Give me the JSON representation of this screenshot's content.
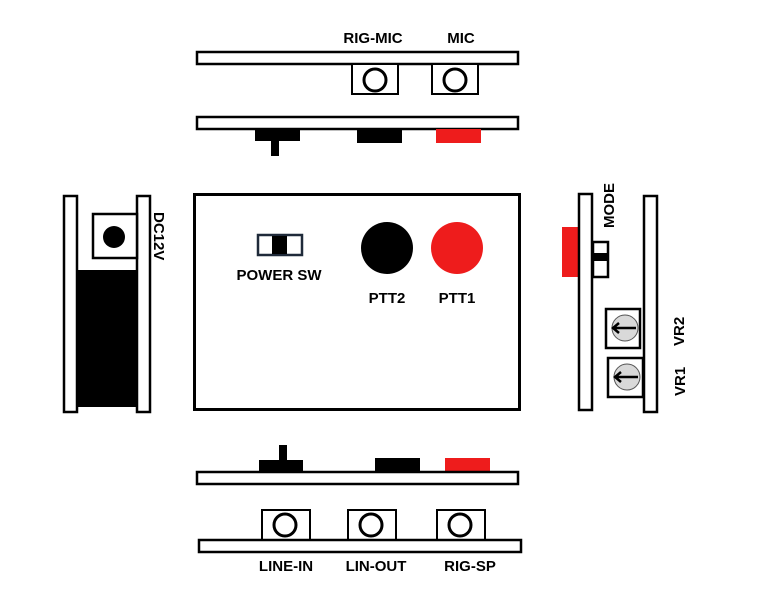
{
  "colors": {
    "red": "#ee1c1c",
    "black": "#000000",
    "knob": "#d9d9d9"
  },
  "top_view": {
    "jacks": [
      {
        "label": "RIG-MIC"
      },
      {
        "label": "MIC"
      }
    ]
  },
  "front_panel": {
    "power_switch_label": "POWER SW",
    "buttons": [
      {
        "label": "PTT2",
        "color": "#000000"
      },
      {
        "label": "PTT1",
        "color": "#ee1c1c"
      }
    ]
  },
  "left_view": {
    "power_jack_label": "DC12V"
  },
  "right_view": {
    "mode_label": "MODE",
    "pots": [
      {
        "label": "VR2"
      },
      {
        "label": "VR1"
      }
    ]
  },
  "bottom_view": {
    "jacks": [
      {
        "label": "LINE-IN"
      },
      {
        "label": "LIN-OUT"
      },
      {
        "label": "RIG-SP"
      }
    ]
  }
}
